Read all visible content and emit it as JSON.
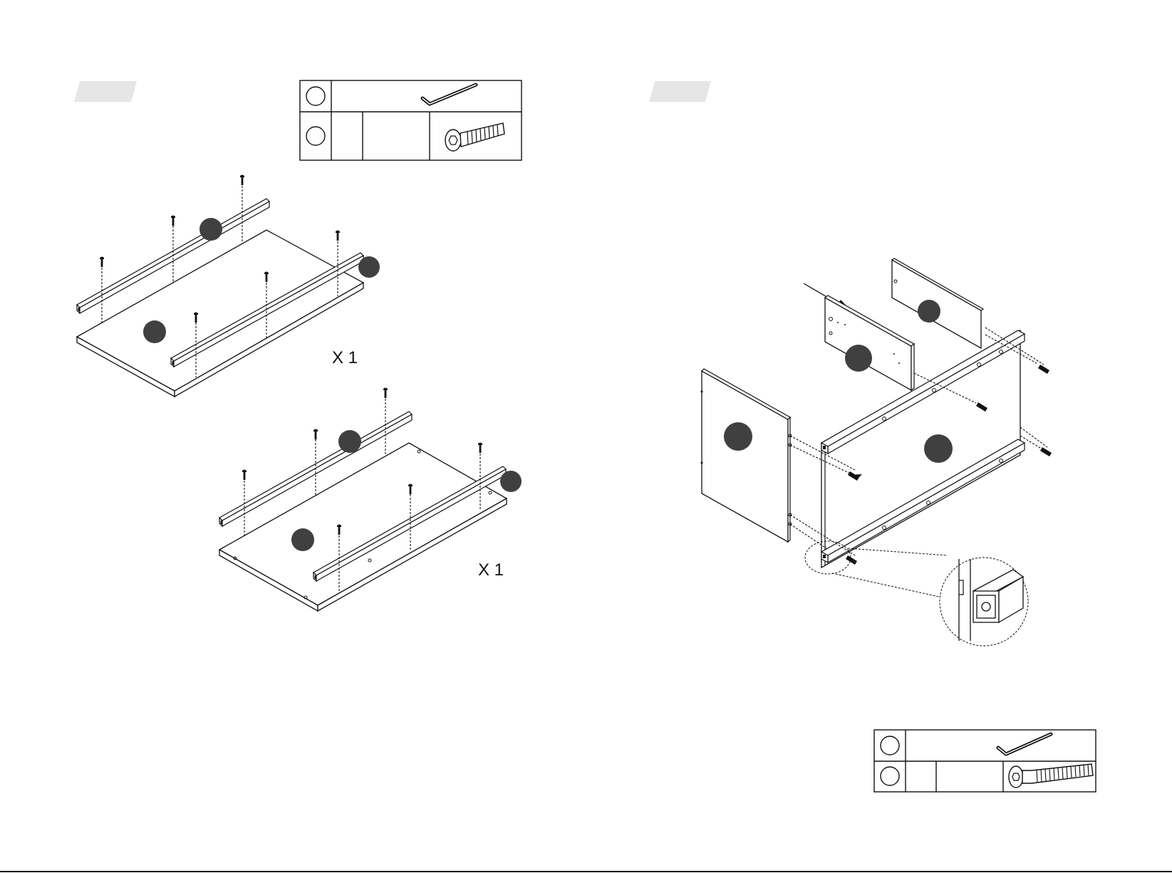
{
  "page_left": {
    "step_tag": "",
    "parts_table": {
      "rows": [
        {
          "circle_label": "",
          "qty": "",
          "name": "",
          "icon": "allen-key-icon"
        },
        {
          "circle_label": "",
          "qty": "",
          "name": "",
          "icon": "bolt-icon"
        }
      ]
    },
    "subassemblies": [
      {
        "multiplier": "X 1"
      },
      {
        "multiplier": "X 1"
      }
    ]
  },
  "page_right": {
    "step_tag": "",
    "parts_table": {
      "rows": [
        {
          "circle_label": "",
          "qty": "",
          "name": "",
          "icon": "allen-key-icon"
        },
        {
          "circle_label": "",
          "qty": "",
          "name": "",
          "icon": "long-bolt-icon"
        }
      ]
    },
    "detail_callout": "corner-detail"
  },
  "colors": {
    "line": "#111111",
    "step_tag": "#e6e6e6",
    "part_marker": "#404040"
  }
}
